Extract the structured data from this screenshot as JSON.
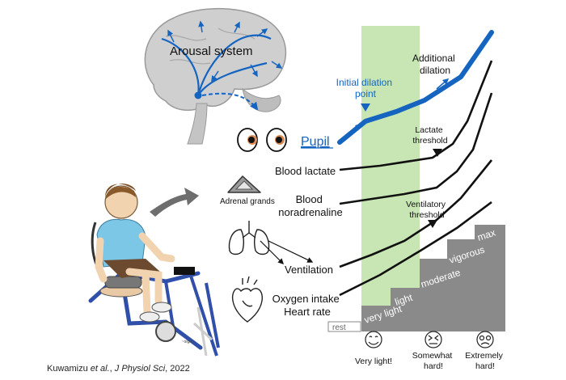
{
  "brain": {
    "label": "Arousal system"
  },
  "eyes_label": "Pupil",
  "adrenal_label": "Adrenal grands",
  "annotations": {
    "initial_dilation": [
      "Initial dilation",
      "point"
    ],
    "additional_dilation": [
      "Additional",
      "dilation"
    ],
    "lactate_threshold": [
      "Lactate",
      "threshold"
    ],
    "ventilatory_threshold": [
      "Ventilatory",
      "threshold"
    ]
  },
  "variables": {
    "blood_lactate": "Blood lactate",
    "blood_noradrenaline": [
      "Blood",
      "noradrenaline"
    ],
    "ventilation": "Ventilation",
    "oxygen_heart": [
      "Oxygen intake",
      "Heart rate"
    ]
  },
  "intensity_steps": [
    "rest",
    "very light",
    "light",
    "moderate",
    "vigorous",
    "max"
  ],
  "perception": [
    {
      "face": "smile-face-icon",
      "label": [
        "Very light!"
      ]
    },
    {
      "face": "neutral-face-icon",
      "label": [
        "Somewhat",
        "hard!"
      ]
    },
    {
      "face": "dizzy-face-icon",
      "label": [
        "Extremely",
        "hard!"
      ]
    }
  ],
  "citation": {
    "authors": "Kuwamizu ",
    "etal": "et al.",
    "sep": ", ",
    "journal": "J Physiol Sci",
    "year": ", 2022"
  },
  "colors": {
    "pupil_line": "#1565c0",
    "highlight": "#c8e6b4",
    "steps": "#8a8a8a",
    "arrow": "#1565c0"
  }
}
